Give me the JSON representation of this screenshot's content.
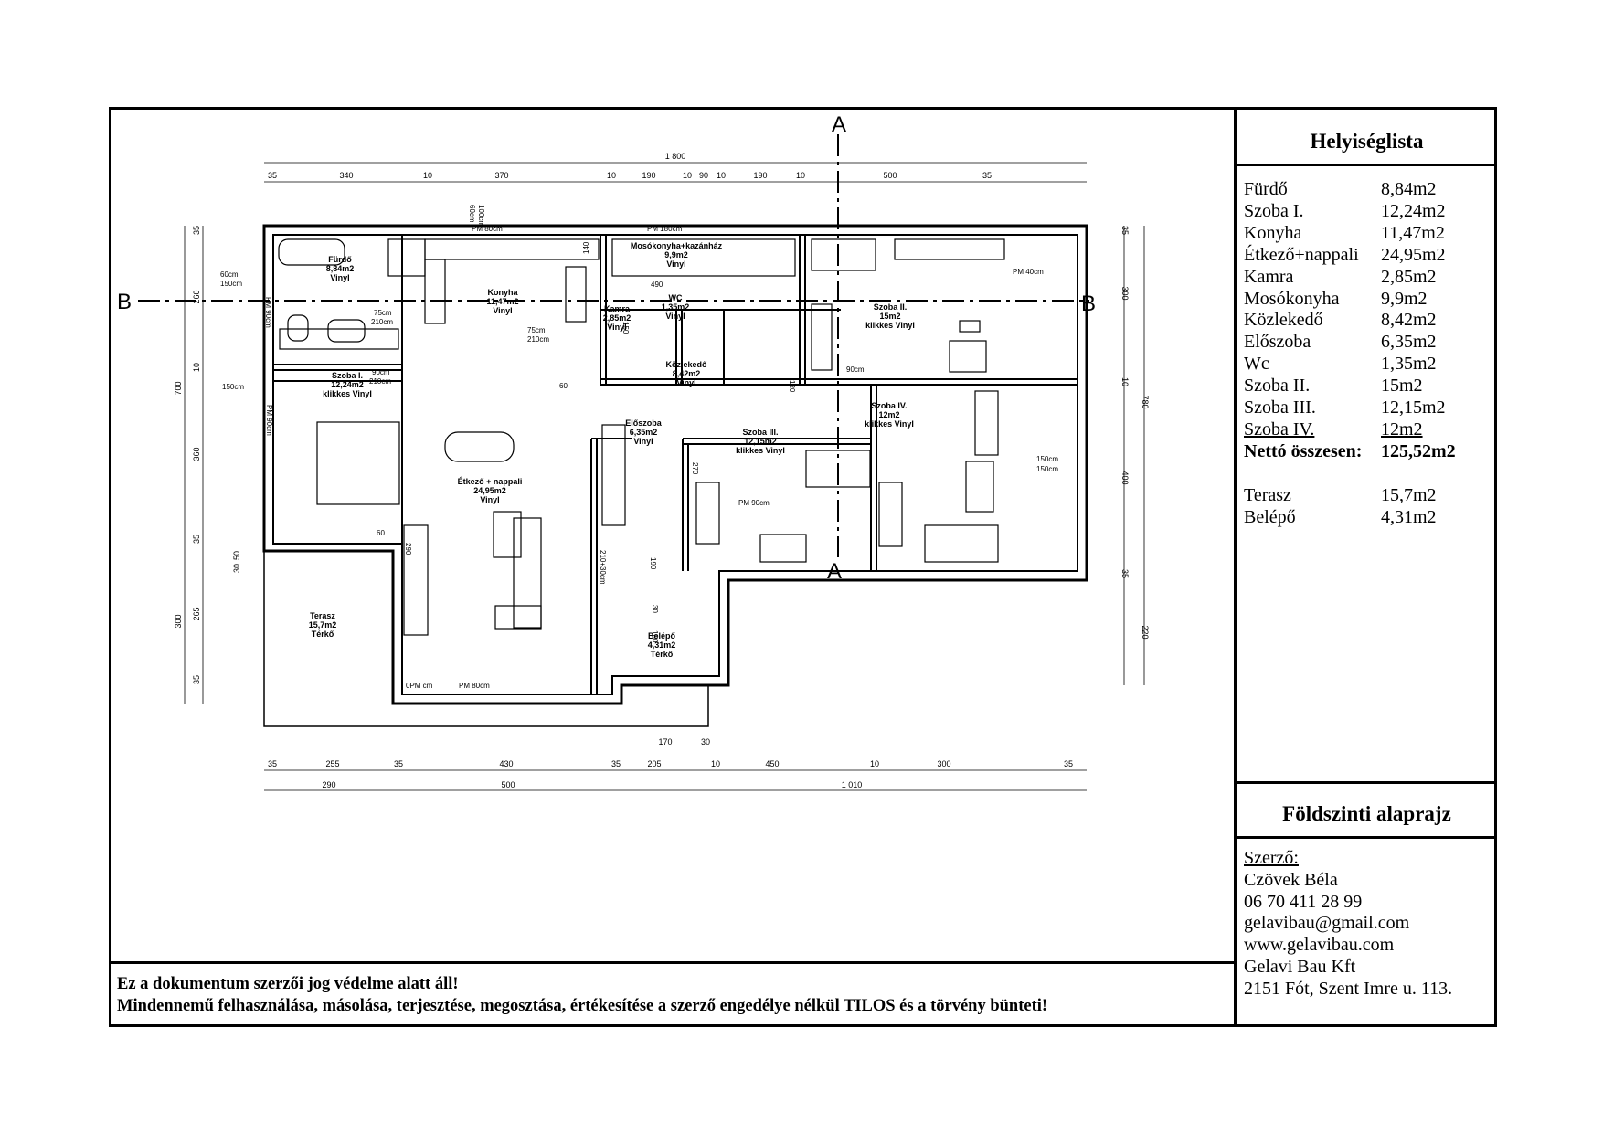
{
  "sidebar": {
    "room_list_title": "Helyiséglista",
    "rooms": [
      {
        "name": "Fürdő",
        "area": "8,84m2"
      },
      {
        "name": "Szoba I.",
        "area": "12,24m2"
      },
      {
        "name": "Konyha",
        "area": "11,47m2"
      },
      {
        "name": "Étkező+nappali",
        "area": "24,95m2"
      },
      {
        "name": "Kamra",
        "area": "2,85m2"
      },
      {
        "name": "Mosókonyha",
        "area": "9,9m2"
      },
      {
        "name": "Közlekedő",
        "area": "8,42m2"
      },
      {
        "name": "Előszoba",
        "area": "6,35m2"
      },
      {
        "name": "Wc",
        "area": "1,35m2"
      },
      {
        "name": "Szoba II.",
        "area": "15m2"
      },
      {
        "name": "Szoba III.",
        "area": "12,15m2"
      },
      {
        "name": "Szoba IV.",
        "area": "12m2"
      }
    ],
    "total": {
      "label": "Nettó összesen:",
      "area": "125,52m2"
    },
    "outdoor": [
      {
        "name": "Terasz",
        "area": "15,7m2"
      },
      {
        "name": "Belépő",
        "area": "4,31m2"
      }
    ],
    "plan_title": "Földszinti alaprajz",
    "author": {
      "label": "Szerző:",
      "name": "Czövek Béla",
      "phone": "06 70 411 28 99",
      "email": "gelavibau@gmail.com",
      "web": "www.gelavibau.com",
      "company": "Gelavi Bau Kft",
      "address": "2151 Fót, Szent Imre u. 113."
    }
  },
  "notice": {
    "line1": "Ez a dokumentum szerzői jog védelme alatt áll!",
    "line2": "Mindennemű felhasználása, másolása, terjesztése, megosztása, értékesítése a szerző engedélye nélkül TILOS és a törvény bünteti!"
  },
  "plan": {
    "section_labels": {
      "a": "A",
      "b": "B"
    },
    "rooms": {
      "furdo": [
        "Fürdő",
        "8,84m2",
        "Vinyl"
      ],
      "konyha": [
        "Konyha",
        "11,47m2",
        "Vinyl"
      ],
      "moso": [
        "Mosókonyha+kazánház",
        "9,9m2",
        "Vinyl"
      ],
      "kamra": [
        "Kamra",
        "2,85m2",
        "Vinyl"
      ],
      "wc": [
        "WC",
        "1,35m2",
        "Vinyl"
      ],
      "szoba2": [
        "Szoba II.",
        "15m2",
        "klikkes Vinyl"
      ],
      "szoba1": [
        "Szoba I.",
        "12,24m2",
        "klikkes Vinyl"
      ],
      "kozlekedo": [
        "Közlekedő",
        "8,42m2",
        "Vinyl"
      ],
      "szoba4": [
        "Szoba IV.",
        "12m2",
        "klikkes Vinyl"
      ],
      "eloszoba": [
        "Előszoba",
        "6,35m2",
        "Vinyl"
      ],
      "szoba3": [
        "Szoba III.",
        "12,15m2",
        "klikkes Vinyl"
      ],
      "etkezo": [
        "Étkező + nappali",
        "24,95m2",
        "Vinyl"
      ],
      "terasz": [
        "Terasz",
        "15,7m2",
        "Térkő"
      ],
      "belepo": [
        "Belépő",
        "4,31m2",
        "Térkő"
      ]
    },
    "dims_top_total": "1 800",
    "dims_top": [
      "35",
      "340",
      "10",
      "370",
      "10",
      "190",
      "10",
      "90",
      "10",
      "190",
      "10",
      "500",
      "35"
    ],
    "dims_bottom": [
      "35",
      "255",
      "35",
      "430",
      "35",
      "205",
      "10",
      "450",
      "10",
      "300",
      "35"
    ],
    "dims_bottom_total": [
      "290",
      "500",
      "1 010"
    ],
    "dims_belepo": [
      "170",
      "30"
    ],
    "dims_left": [
      "35",
      "260",
      "10",
      "360",
      "35",
      "300",
      "265",
      "35",
      "700",
      "30",
      "50"
    ],
    "dims_right": [
      "35",
      "300",
      "10",
      "400",
      "35",
      "780",
      "220"
    ],
    "labels": [
      "100cm",
      "60cm",
      "PM 180cm",
      "PM 80cm",
      "140",
      "490",
      "60cm",
      "150cm",
      "PM 90cm",
      "75cm",
      "210cm",
      "150",
      "75cm",
      "210cm",
      "90cm",
      "210cm",
      "150cm",
      "PM 90cm",
      "60",
      "120",
      "90cm",
      "270",
      "60",
      "290",
      "PM 90cm",
      "0PM cm",
      "PM 80cm",
      "210+30cm",
      "190",
      "30",
      "100",
      "150cm",
      "150cm",
      "PM 40cm"
    ]
  }
}
